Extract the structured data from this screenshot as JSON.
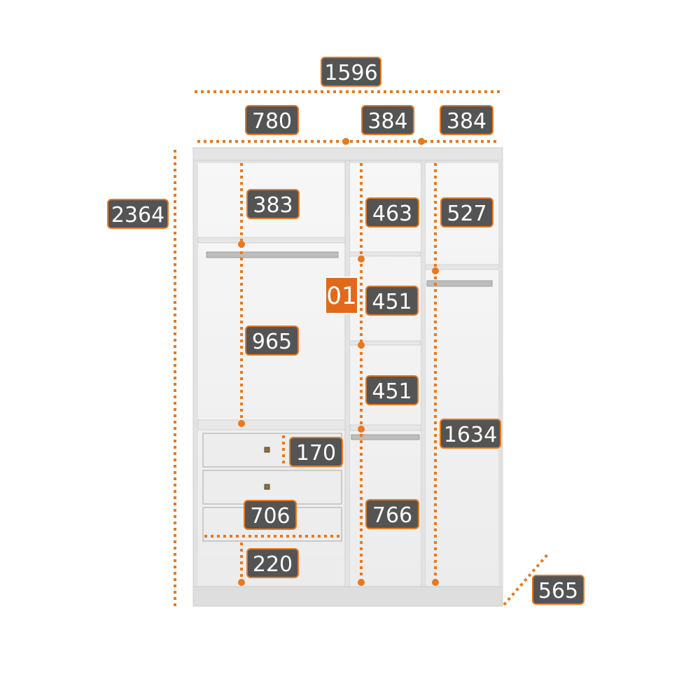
{
  "diagram": {
    "colors": {
      "dimension_line": "#e8791e",
      "label_fill": "#545454",
      "label_border": "#e8791e",
      "badge_fill": "#e06a1c",
      "cabinet_frame": "#dcdcdc",
      "cabinet_interior": "#f3f3f3"
    },
    "section_badge": "01",
    "dimensions": {
      "total_width": "1596",
      "left_section_width": "780",
      "middle_section_width": "384",
      "right_section_width": "384",
      "total_height": "2364",
      "depth": "565",
      "left_top_compartment": "383",
      "left_hanging_space": "965",
      "drawer_height": "170",
      "drawer_width": "706",
      "left_bottom_compartment": "220",
      "middle_top_shelf": "463",
      "middle_shelf_2": "451",
      "middle_shelf_3": "451",
      "middle_hanging_space": "766",
      "right_top_shelf": "527",
      "right_hanging_space": "1634"
    }
  }
}
